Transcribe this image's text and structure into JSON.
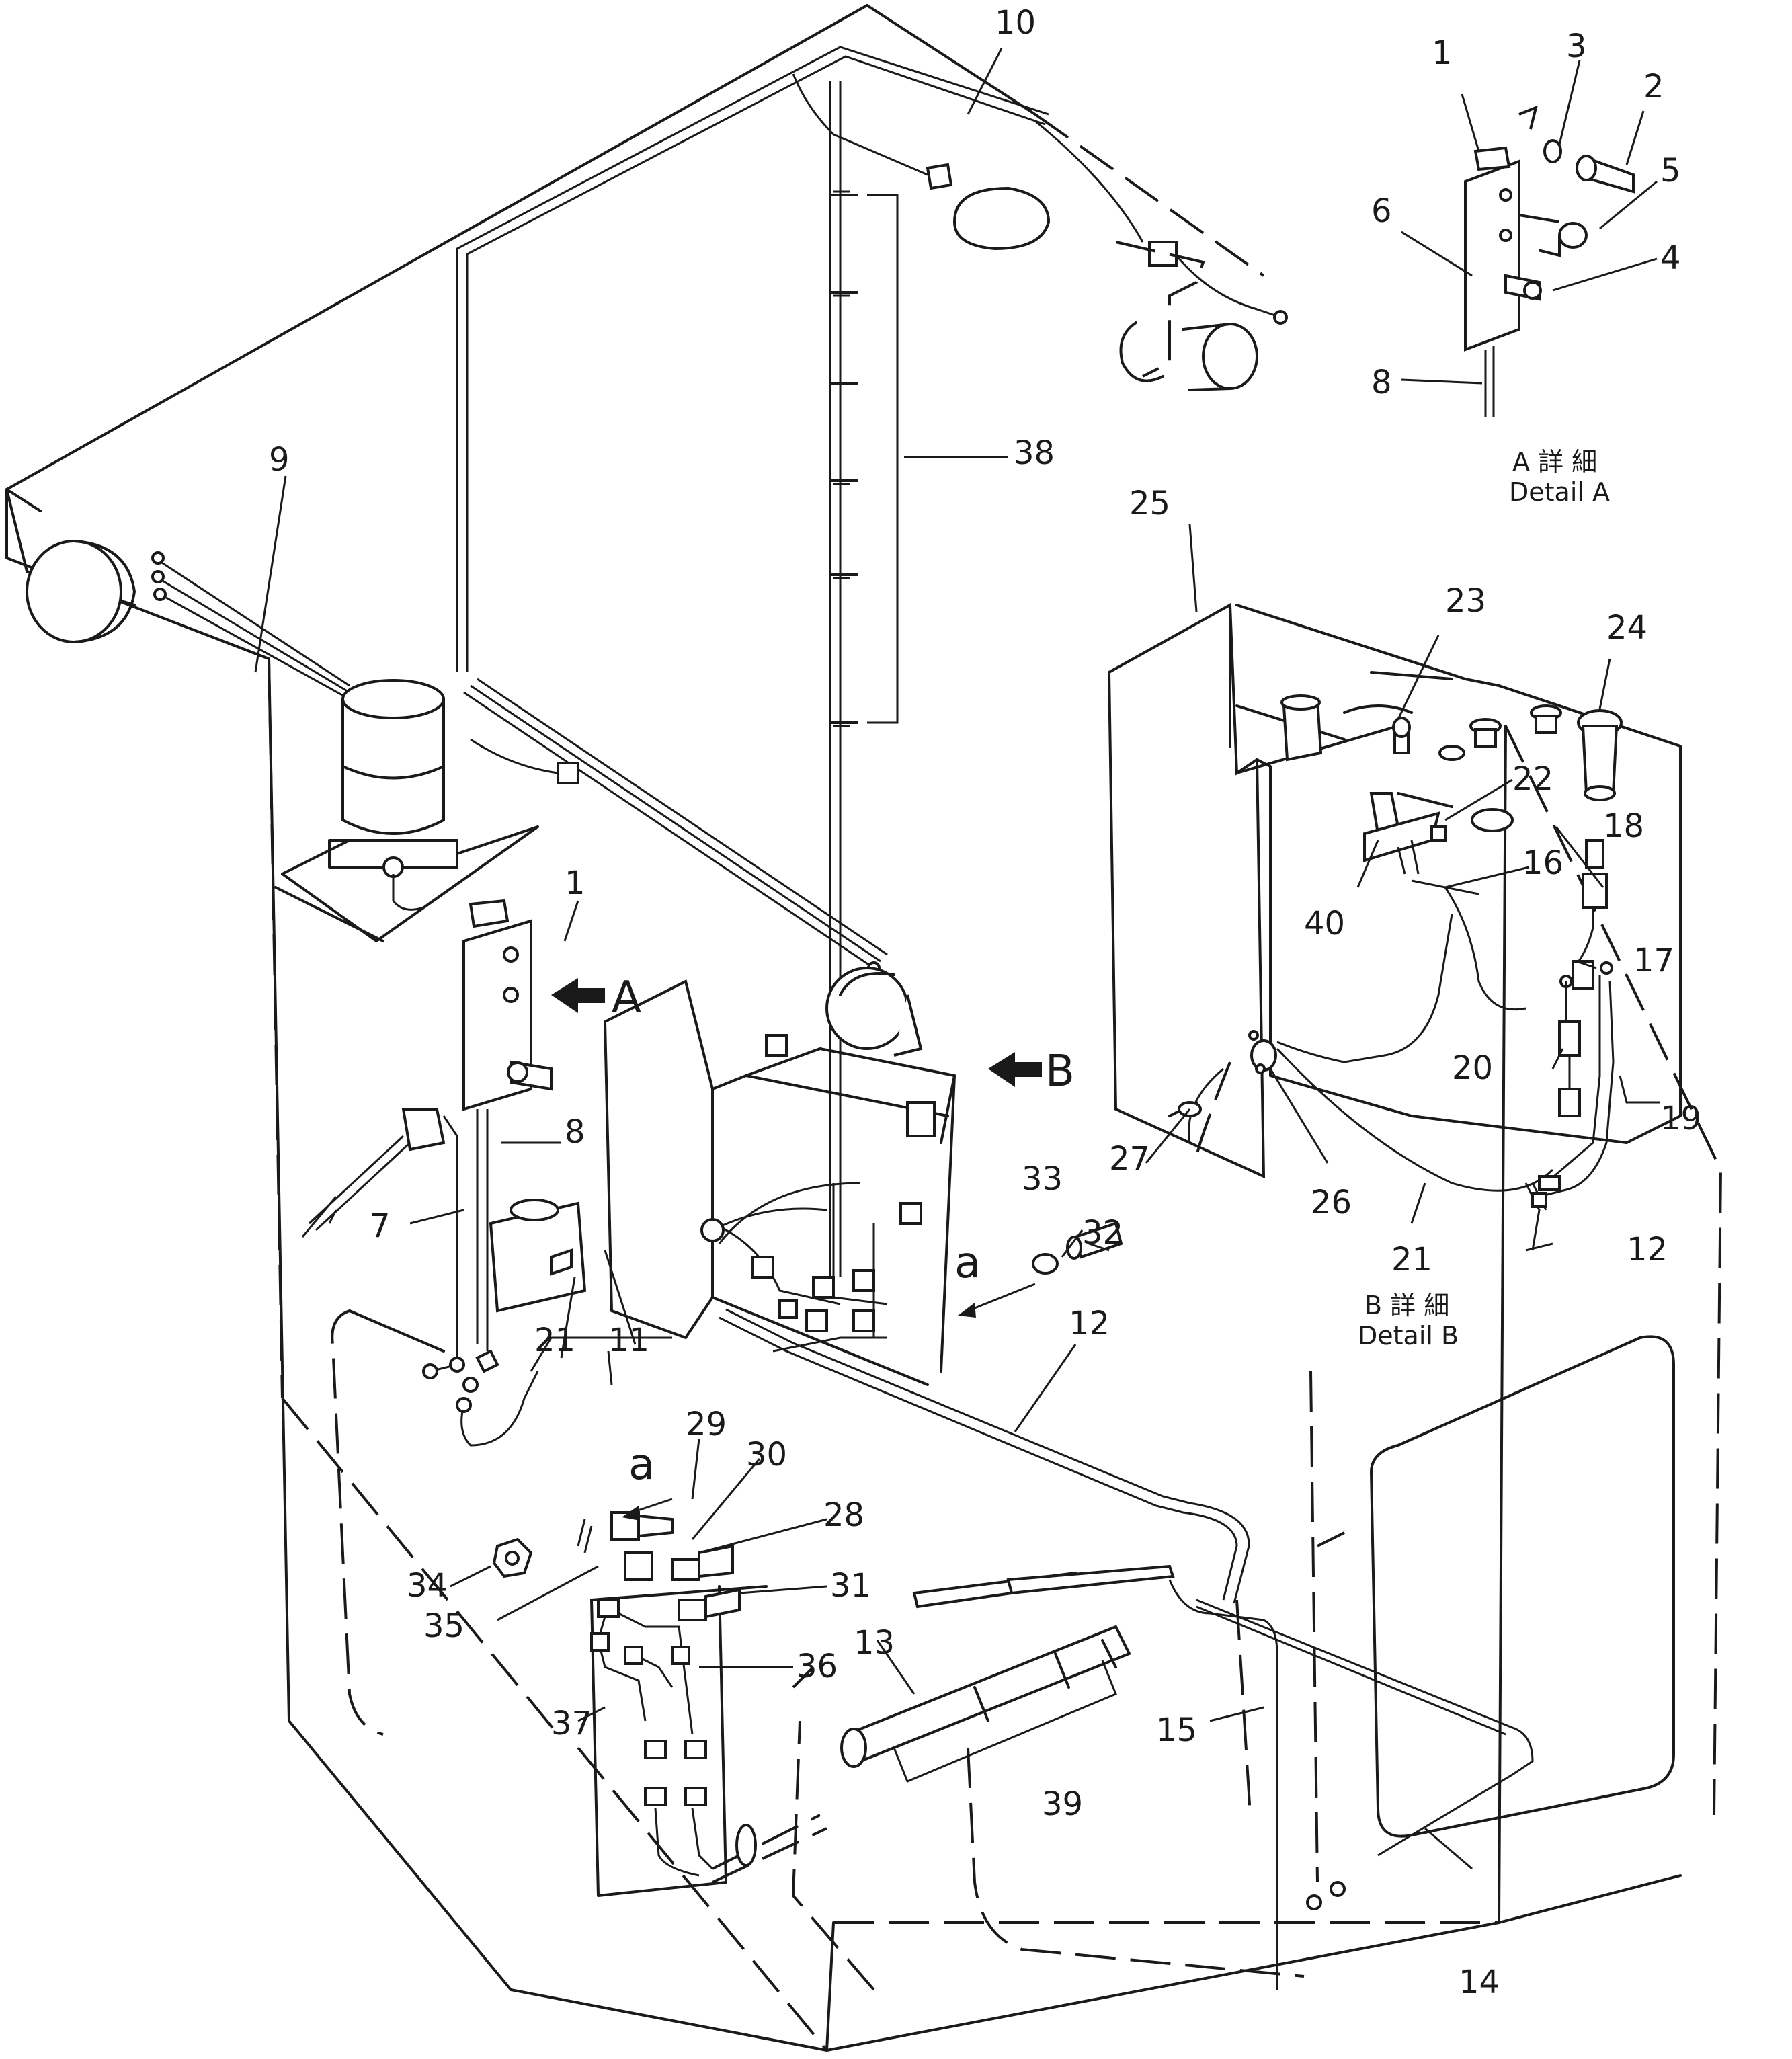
{
  "labels": {
    "p1": "1",
    "p2": "2",
    "p3": "3",
    "p4": "4",
    "p5": "5",
    "p6": "6",
    "p7": "7",
    "p8": "8",
    "p9": "9",
    "p10": "10",
    "p11": "11",
    "p12": "12",
    "p13": "13",
    "p14": "14",
    "p15": "15",
    "p16": "16",
    "p17": "17",
    "p18": "18",
    "p19": "19",
    "p20": "20",
    "p21": "21",
    "p22": "22",
    "p23": "23",
    "p24": "24",
    "p25": "25",
    "p26": "26",
    "p27": "27",
    "p28": "28",
    "p29": "29",
    "p30": "30",
    "p31": "31",
    "p32": "32",
    "p33": "33",
    "p34": "34",
    "p35": "35",
    "p36": "36",
    "p37": "37",
    "p38": "38",
    "p39": "39",
    "p40": "40"
  },
  "views": {
    "view_a": "A",
    "view_b": "B",
    "ref_a": "a"
  },
  "details": {
    "detail_a_jp": "A 詳 細",
    "detail_a_en": "Detail A",
    "detail_b_jp": "B 詳 細",
    "detail_b_en": "Detail B"
  }
}
